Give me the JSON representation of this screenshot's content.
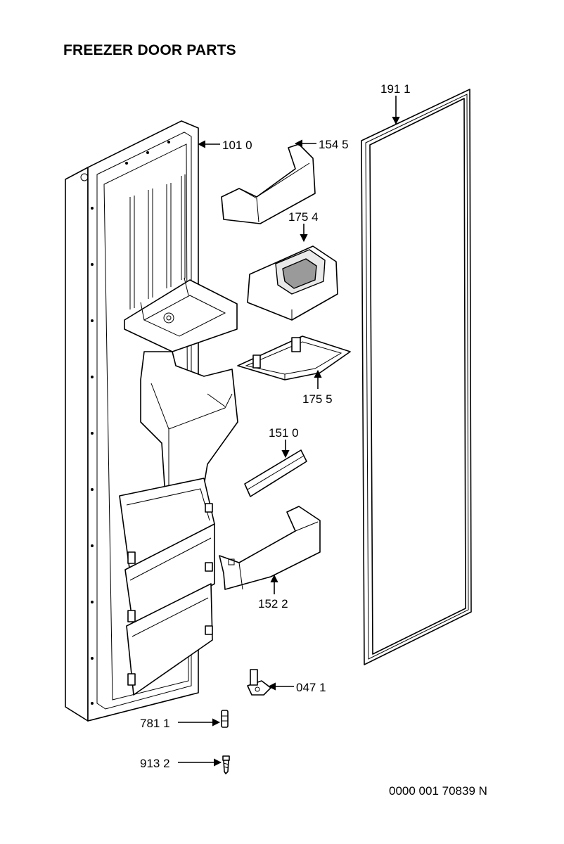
{
  "title": "FREEZER DOOR PARTS",
  "document_number": "0000 001 70839 N",
  "callouts": {
    "door": "101 0",
    "gasket": "191 1",
    "upper_shelf": "154 5",
    "dispenser_housing": "175 4",
    "dispenser_tray": "175 5",
    "trim_strip": "151 0",
    "lower_shelf": "152 2",
    "hinge": "047 1",
    "pin": "781 1",
    "screw": "913 2"
  }
}
